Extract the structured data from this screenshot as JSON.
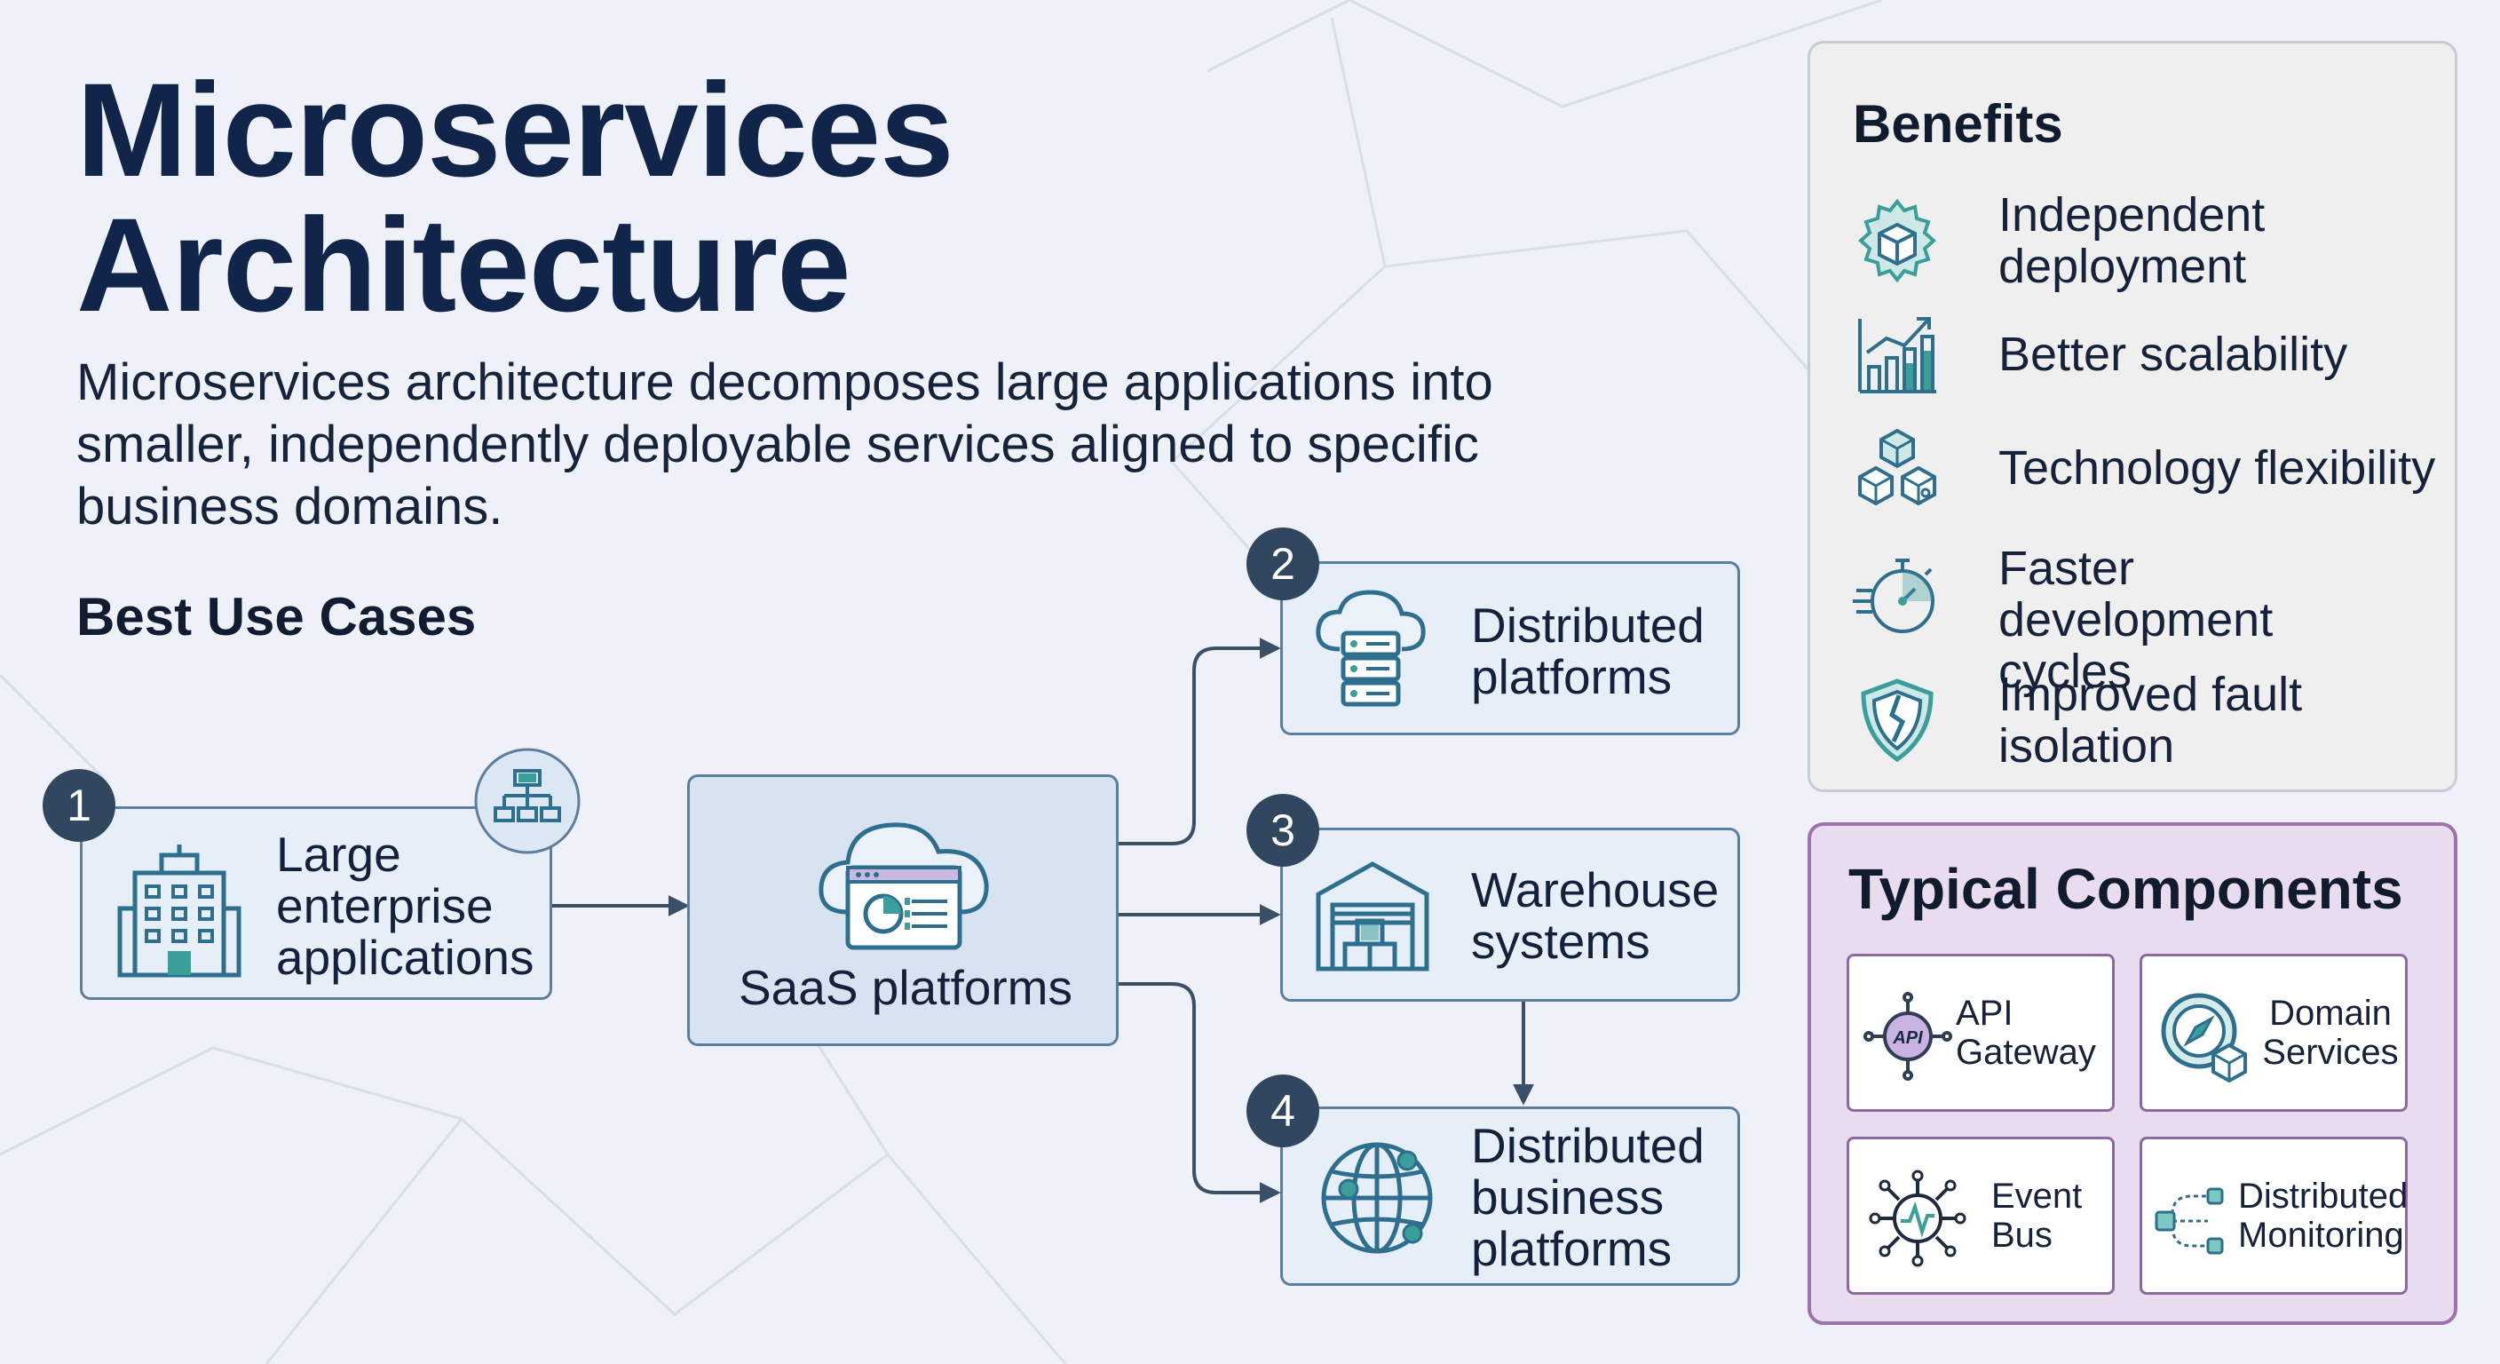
{
  "title": "Microservices Architecture",
  "description": "Microservices architecture decomposes large applications into smaller, independently deployable services aligned to specific business domains.",
  "use_cases": {
    "heading": "Best Use Cases",
    "items": [
      {
        "number": "1",
        "label": "Large enterprise applications",
        "icon": "office-building-icon"
      },
      {
        "label": "SaaS platforms",
        "icon": "cloud-dashboard-icon"
      },
      {
        "number": "2",
        "label": "Distributed platforms",
        "icon": "cloud-server-icon"
      },
      {
        "number": "3",
        "label": "Warehouse systems",
        "icon": "warehouse-icon"
      },
      {
        "number": "4",
        "label": "Distributed business platforms",
        "icon": "globe-network-icon"
      }
    ]
  },
  "benefits": {
    "title": "Benefits",
    "items": [
      {
        "label": "Independent deployment",
        "icon": "gear-box-icon"
      },
      {
        "label": "Better scalability",
        "icon": "growth-chart-icon"
      },
      {
        "label": "Technology flexibility",
        "icon": "cubes-icon"
      },
      {
        "label": "Faster development cycles",
        "icon": "stopwatch-icon"
      },
      {
        "label": "Improved fault isolation",
        "icon": "shield-icon"
      }
    ]
  },
  "components": {
    "title": "Typical Components",
    "items": [
      {
        "label": "API Gateway",
        "icon": "api-gateway-icon",
        "icon_text": "API"
      },
      {
        "label": "Domain Services",
        "icon": "compass-cube-icon"
      },
      {
        "label": "Event Bus",
        "icon": "event-bus-icon"
      },
      {
        "label": "Distributed Monitoring",
        "icon": "monitoring-nodes-icon"
      }
    ]
  },
  "colors": {
    "title": "#112449",
    "card_border": "#5d7e9c",
    "badge": "#31465f",
    "icon_teal": "#3a9e9a",
    "components_border": "#9c73ae"
  }
}
